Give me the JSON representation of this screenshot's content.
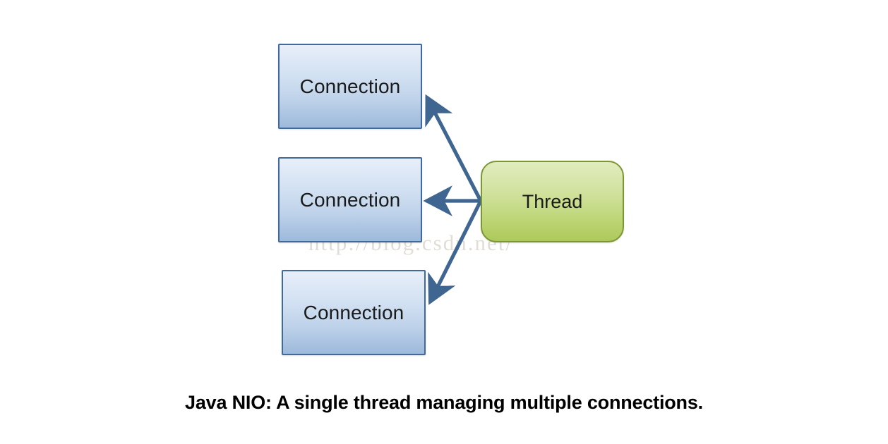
{
  "diagram": {
    "title": "Java NIO single thread managing multiple connections",
    "caption": "Java NIO: A single thread managing multiple connections.",
    "nodes": {
      "connections": [
        {
          "id": "connection-1",
          "label": "Connection"
        },
        {
          "id": "connection-2",
          "label": "Connection"
        },
        {
          "id": "connection-3",
          "label": "Connection"
        }
      ],
      "thread": {
        "id": "thread",
        "label": "Thread"
      }
    },
    "edges": [
      {
        "from": "thread",
        "to": "connection-1",
        "arrowhead": "solid-triangle"
      },
      {
        "from": "thread",
        "to": "connection-2",
        "arrowhead": "solid-triangle"
      },
      {
        "from": "thread",
        "to": "connection-3",
        "arrowhead": "solid-triangle"
      }
    ],
    "colors": {
      "connection_fill_top": "#e8eff9",
      "connection_fill_bottom": "#9dbadb",
      "connection_border": "#41699c",
      "thread_fill_top": "#e2ecbe",
      "thread_fill_bottom": "#adc95b",
      "thread_border": "#7d9635",
      "arrow": "#3f6591",
      "caption_text": "#000000",
      "background": "#ffffff"
    }
  },
  "watermark": {
    "url": "http://blog.csdn.net/",
    "secondary": ""
  }
}
